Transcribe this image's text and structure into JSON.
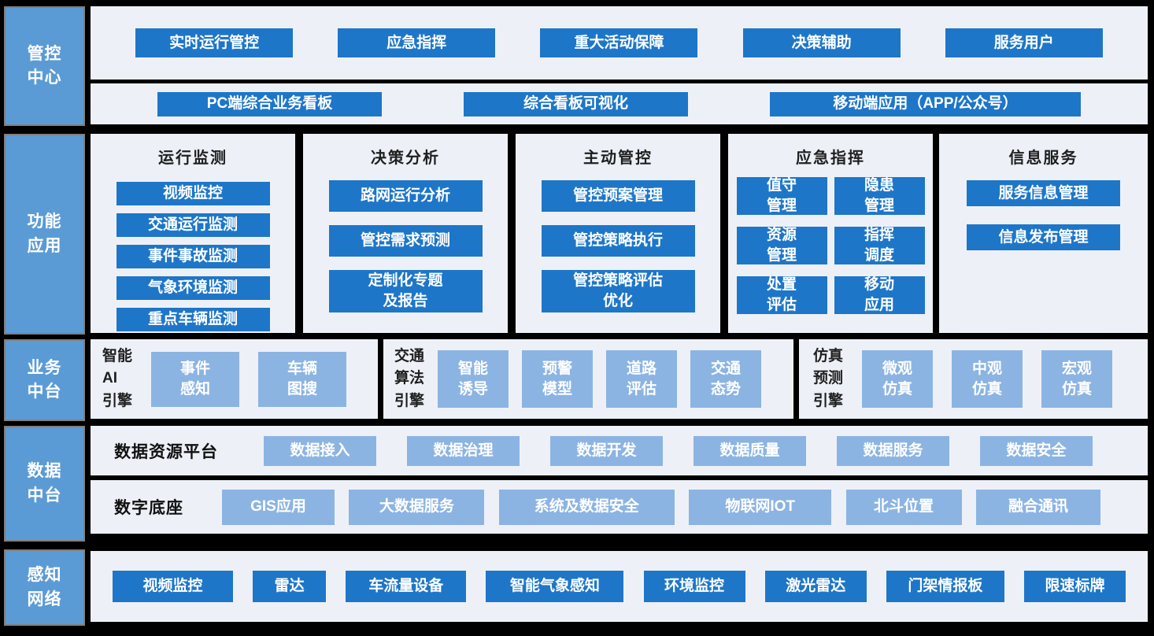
{
  "colors": {
    "background": "#000000",
    "sidebar_blue": "#5b9bd5",
    "panel_gray": "#edf1f7",
    "dark_button_blue": "#1e76c8",
    "light_button_blue": "#8cb4e2"
  },
  "control_center": {
    "label": "管控\n中心",
    "row1": [
      "实时运行管控",
      "应急指挥",
      "重大活动保障",
      "决策辅助",
      "服务用户"
    ],
    "row2": [
      "PC端综合业务看板",
      "综合看板可视化",
      "移动端应用（APP/公众号）"
    ]
  },
  "function_apps": {
    "label": "功能\n应用",
    "columns": [
      {
        "title": "运行监测",
        "buttons": [
          "视频监控",
          "交通运行监测",
          "事件事故监测",
          "气象环境监测",
          "重点车辆监测"
        ]
      },
      {
        "title": "决策分析",
        "buttons": [
          "路网运行分析",
          "管控需求预测",
          "定制化专题\n及报告"
        ]
      },
      {
        "title": "主动管控",
        "buttons": [
          "管控预案管理",
          "管控策略执行",
          "管控策略评估\n优化"
        ]
      },
      {
        "title": "应急指挥",
        "grid": [
          "值守\n管理",
          "隐患\n管理",
          "资源\n管理",
          "指挥\n调度",
          "处置\n评估",
          "移动\n应用"
        ]
      },
      {
        "title": "信息服务",
        "buttons": [
          "服务信息管理",
          "信息发布管理"
        ]
      }
    ]
  },
  "business_platform": {
    "label": "业务\n中台",
    "panels": [
      {
        "title": "智能\nAI\n引擎",
        "buttons": [
          "事件\n感知",
          "车辆\n图搜"
        ]
      },
      {
        "title": "交通\n算法\n引擎",
        "buttons": [
          "智能\n诱导",
          "预警\n模型",
          "道路\n评估",
          "交通\n态势"
        ]
      },
      {
        "title": "仿真\n预测\n引擎",
        "buttons": [
          "微观\n仿真",
          "中观\n仿真",
          "宏观\n仿真"
        ]
      }
    ]
  },
  "data_platform": {
    "label": "数据\n中台",
    "rows": [
      {
        "title": "数据资源平台",
        "buttons": [
          "数据接入",
          "数据治理",
          "数据开发",
          "数据质量",
          "数据服务",
          "数据安全"
        ]
      },
      {
        "title": "数字底座",
        "buttons": [
          "GIS应用",
          "大数据服务",
          "系统及数据安全",
          "物联网IOT",
          "北斗位置",
          "融合通讯"
        ]
      }
    ]
  },
  "perception_network": {
    "label": "感知\n网络",
    "buttons": [
      "视频监控",
      "雷达",
      "车流量设备",
      "智能气象感知",
      "环境监控",
      "激光雷达",
      "门架情报板",
      "限速标牌"
    ]
  }
}
